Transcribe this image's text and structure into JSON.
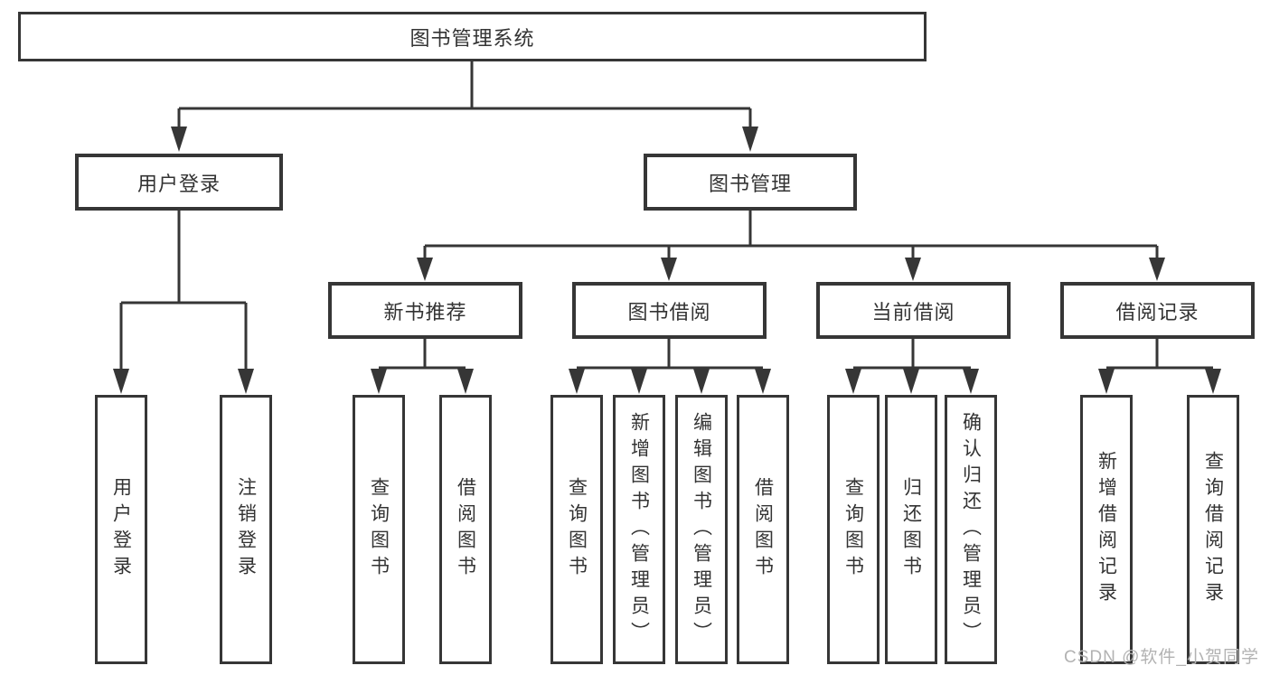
{
  "diagram_title": "图书管理系统",
  "colors": {
    "line": "#363636",
    "box_border": "#363636",
    "box_background": "#ffffff",
    "text": "#333333",
    "watermark": "#b2b2b2"
  },
  "nodes": {
    "root": "图书管理系统",
    "user_login": "用户登录",
    "book_mgmt": "图书管理",
    "new_book_rec": "新书推荐",
    "book_borrow": "图书借阅",
    "current_borrow": "当前借阅",
    "borrow_records": "借阅记录",
    "ul_user_login": "用户登录",
    "ul_logout": "注销登录",
    "nb_query": "查询图书",
    "nb_borrow": "借阅图书",
    "bb_query": "查询图书",
    "bb_add": "新增图书（管理员）",
    "bb_edit": "编辑图书（管理员）",
    "bb_borrow": "借阅图书",
    "cb_query": "查询图书",
    "cb_return": "归还图书",
    "cb_confirm": "确认归还（管理员）",
    "br_add": "新增借阅记录",
    "br_query": "查询借阅记录"
  },
  "watermark": "CSDN @软件_小贺同学"
}
